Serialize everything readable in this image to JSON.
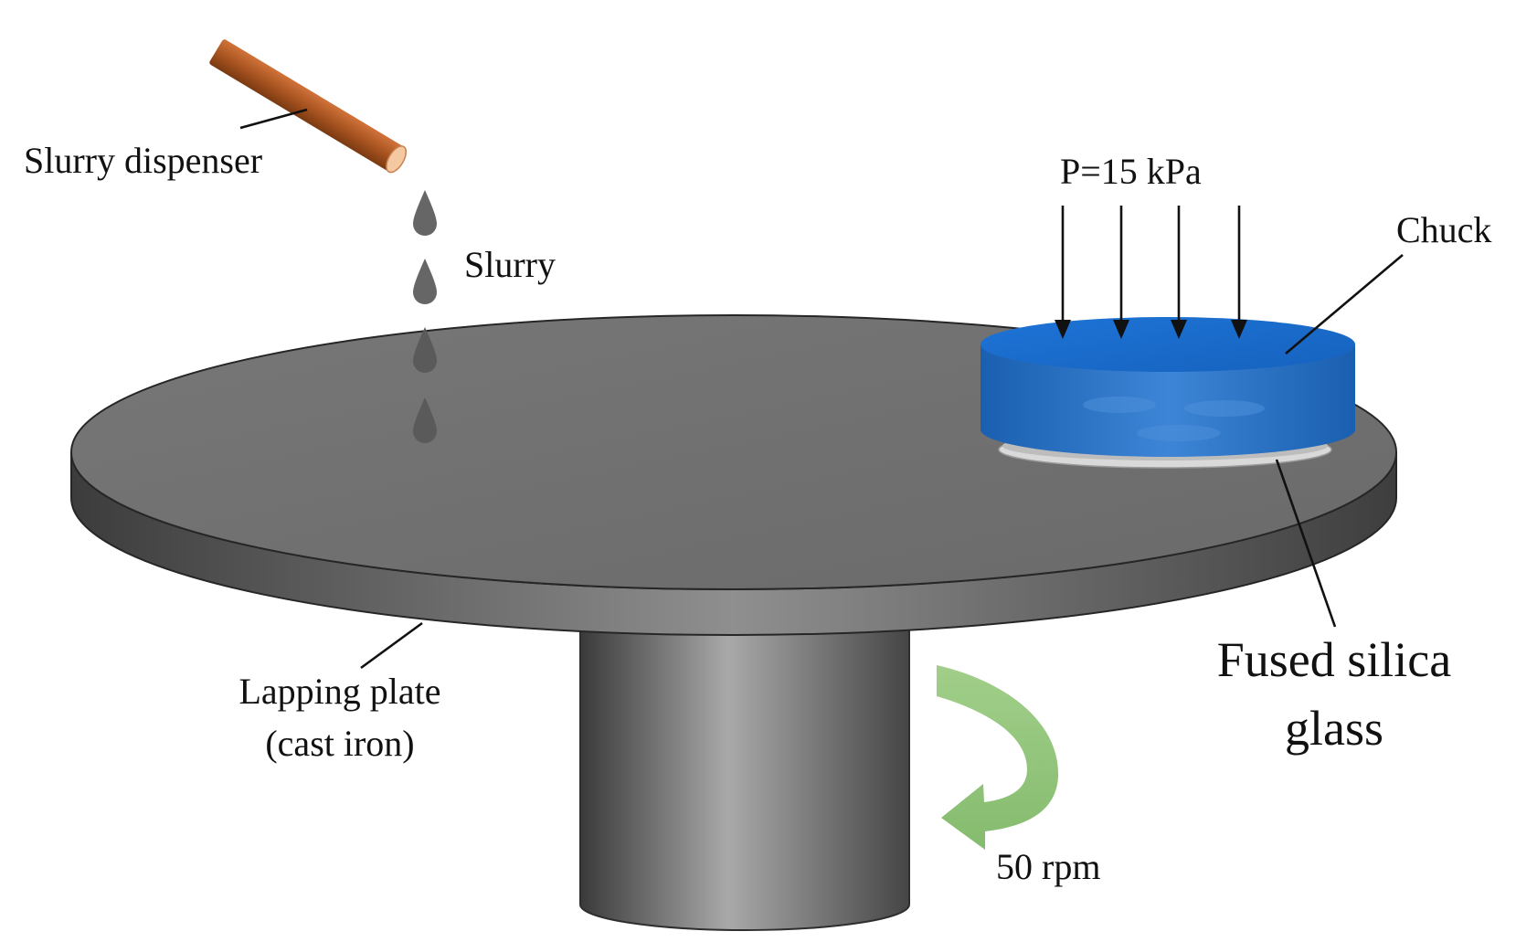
{
  "labels": {
    "slurry_dispenser": "Slurry dispenser",
    "slurry": "Slurry",
    "pressure": "P=15 kPa",
    "chuck": "Chuck",
    "fused_silica_line1": "Fused silica",
    "fused_silica_line2": "glass",
    "lapping_plate_line1": "Lapping plate",
    "lapping_plate_line2": "(cast iron)",
    "rotation_speed": "50 rpm"
  },
  "colors": {
    "plate_top": "#6e6e6e",
    "plate_side": "#4a4a4a",
    "spindle": "#5a5a5a",
    "chuck_blue": "#1a66c0",
    "dispenser_copper": "#b85a1f",
    "slurry_drop": "#666666",
    "rotation_arrow": "#8cc174"
  },
  "icons": {
    "dispenser": "copper-rod",
    "droplet": "teardrop",
    "rotation": "curved-arrow"
  }
}
